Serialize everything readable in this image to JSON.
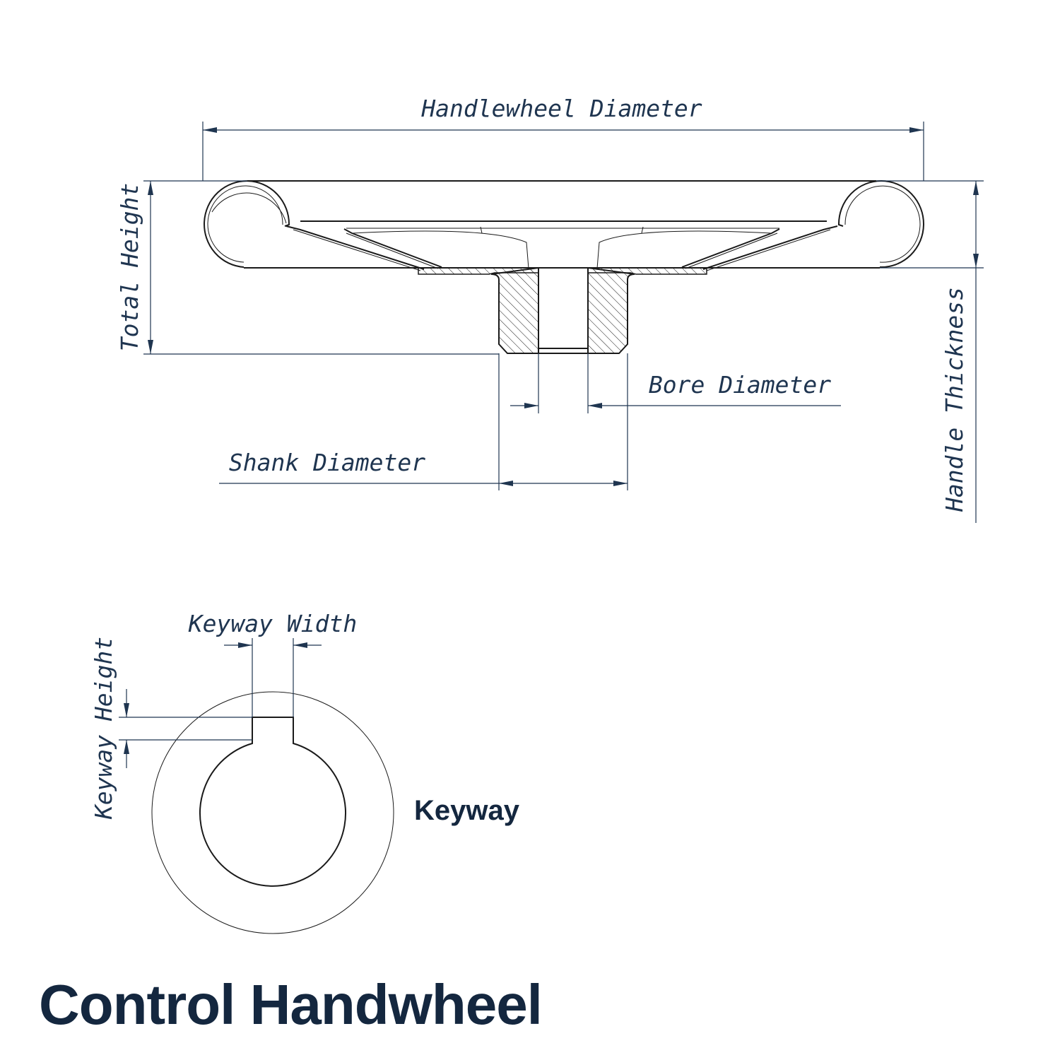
{
  "title": "Control Handwheel",
  "colors": {
    "label": "#1f3550",
    "title": "#14273f",
    "line": "#1a1a1a"
  },
  "dimensions": {
    "handlewheel_diameter": "Handlewheel Diameter",
    "total_height": "Total Height",
    "handle_thickness": "Handle Thickness",
    "bore_diameter": "Bore Diameter",
    "shank_diameter": "Shank Diameter",
    "keyway_width": "Keyway Width",
    "keyway_height": "Keyway Height"
  },
  "keyway_label": "Keyway"
}
